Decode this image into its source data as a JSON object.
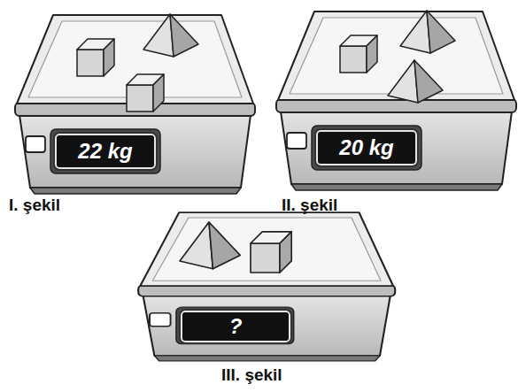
{
  "diagram": {
    "nodes": [
      {
        "text": [
          "22 kg"
        ]
      },
      {
        "text": [
          "20 kg"
        ]
      },
      {
        "text": [
          "?"
        ]
      }
    ],
    "labels": [
      "I. şekil",
      "II. şekil",
      "III. şekil"
    ]
  }
}
